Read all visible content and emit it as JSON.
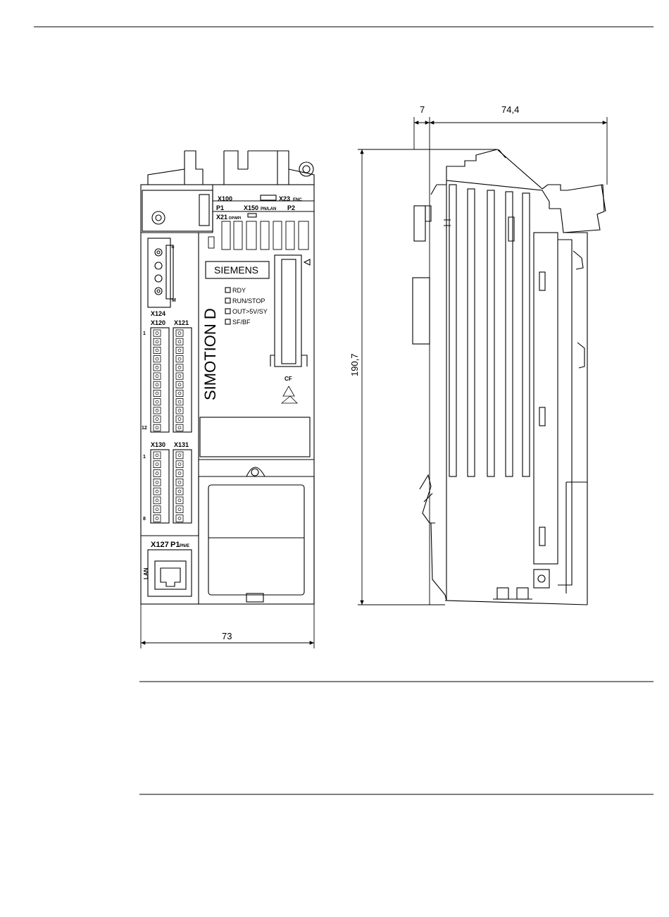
{
  "dimensions": {
    "side_offset": "7",
    "side_depth": "74,4",
    "height": "190,7",
    "front_width": "73"
  },
  "front_panel": {
    "brand": "SIEMENS",
    "product": "SIMOTION D",
    "leds": [
      "RDY",
      "RUN/STOP",
      "OUT>5V/SY",
      "SF/BF"
    ],
    "connectors": {
      "x100": "X100",
      "x23": "X23",
      "enc": "ENC",
      "p1": "P1",
      "x150": "X150",
      "pn_lan": "PN/LAN",
      "p2": "P2",
      "x21": "X21",
      "dp_mpi": "DP/MPI",
      "x124": "X124",
      "plus": "+",
      "m": "M",
      "x120": "X120",
      "x121": "X121",
      "x130": "X130",
      "x131": "X131",
      "pin1": "1",
      "pin12": "12",
      "pin8": "8",
      "cf": "CF",
      "x127": "X127",
      "x127_p1": "P1",
      "x127_pne": "PN/E",
      "lan": "LAN"
    }
  }
}
